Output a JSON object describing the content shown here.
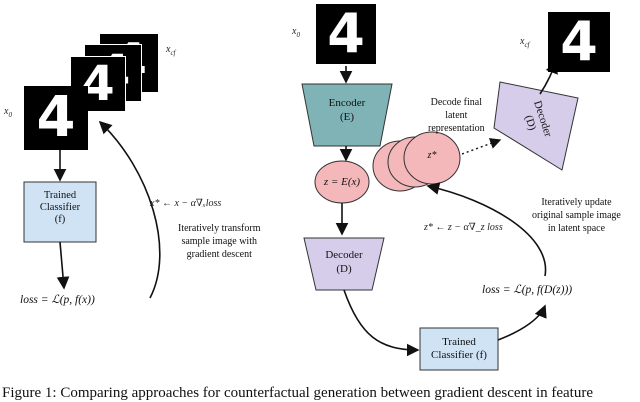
{
  "left": {
    "x0": "x",
    "x0_sub": "0",
    "xcf": "x",
    "xcf_sub": "cf",
    "classifier_label": "Trained",
    "classifier_label2": "Classifier",
    "classifier_label3": "(f)",
    "update_eq": "x* ← x − α∇ₓloss",
    "note_line1": "Iteratively transform",
    "note_line2": "sample image with",
    "note_line3": "gradient descent",
    "loss_eq": "loss = ℒ(p, f(x))"
  },
  "right": {
    "x0": "x",
    "x0_sub": "0",
    "xcf": "x",
    "xcf_sub": "cf",
    "encoder_label": "Encoder",
    "encoder_label2": "(E)",
    "z_node": "z = E(x)",
    "zstar": "z*",
    "decode_note1": "Decode final",
    "decode_note2": "latent",
    "decode_note3": "representation",
    "decoder_top_label": "Decoder",
    "decoder_top_label2": "(D)",
    "decoder_label": "Decoder",
    "decoder_label2": "(D)",
    "update_eq": "z* ← z − α∇_z loss",
    "note_line1": "Iteratively update",
    "note_line2": "original sample image",
    "note_line3": "in latent space",
    "loss_eq": "loss = ℒ(p, f(D(z)))",
    "classifier_label": "Trained",
    "classifier_label2": "Classifier (f)"
  },
  "digit_glyph": "4",
  "caption": "Figure 1: Comparing approaches for counterfactual generation between gradient descent in feature"
}
